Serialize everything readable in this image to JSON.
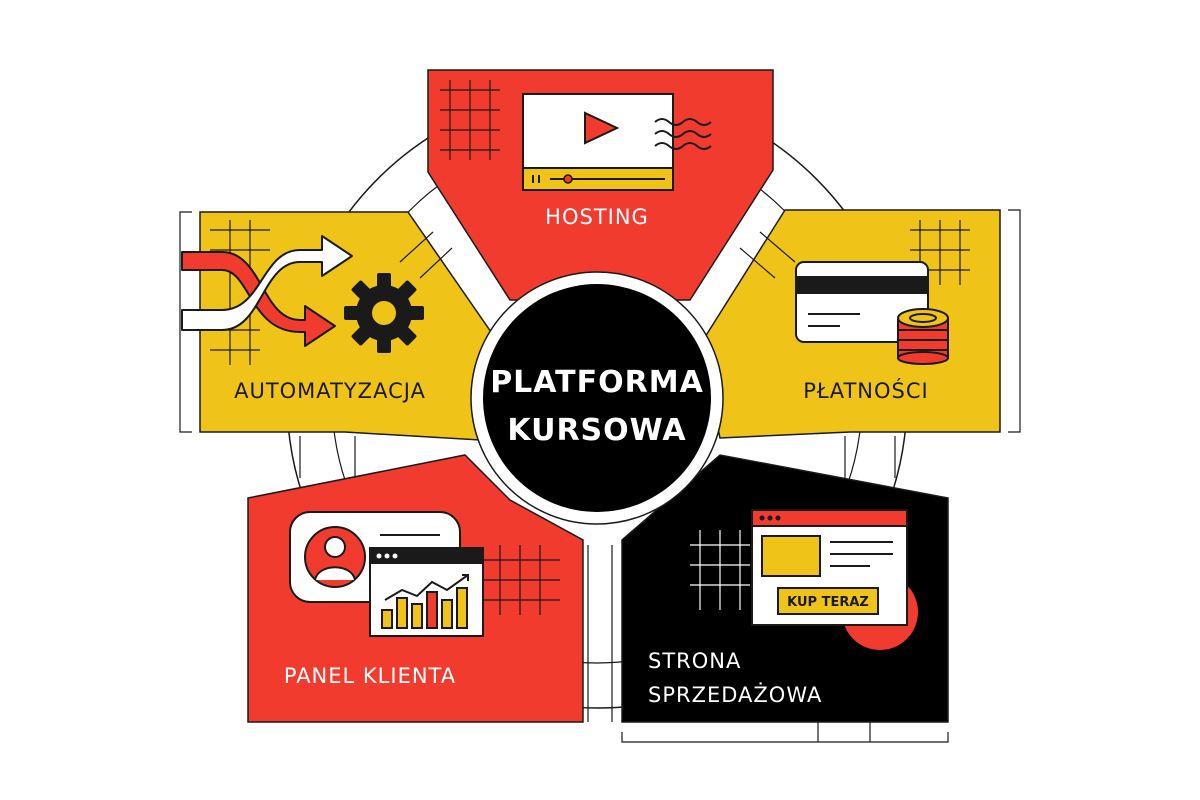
{
  "center": {
    "line1": "PLATFORMA",
    "line2": "KURSOWA"
  },
  "sections": {
    "hosting": {
      "label": "HOSTING"
    },
    "payments": {
      "label": "PŁATNOŚCI"
    },
    "automation": {
      "label": "AUTOMATYZACJA"
    },
    "client_panel": {
      "label": "PANEL KLIENTA"
    },
    "sales_page": {
      "line1": "STRONA",
      "line2": "SPRZEDAŻOWA",
      "button_label": "KUP TERAZ"
    }
  },
  "colors": {
    "red": "#f23b2f",
    "yellow": "#f0c319",
    "black": "#000000",
    "white": "#ffffff",
    "outline": "#1a1a1a"
  },
  "icons": [
    "video-player-icon",
    "credit-card-icon",
    "coin-stack-icon",
    "arrows-icon",
    "gear-icon",
    "user-profile-icon",
    "bar-chart-window-icon",
    "webpage-window-icon"
  ]
}
